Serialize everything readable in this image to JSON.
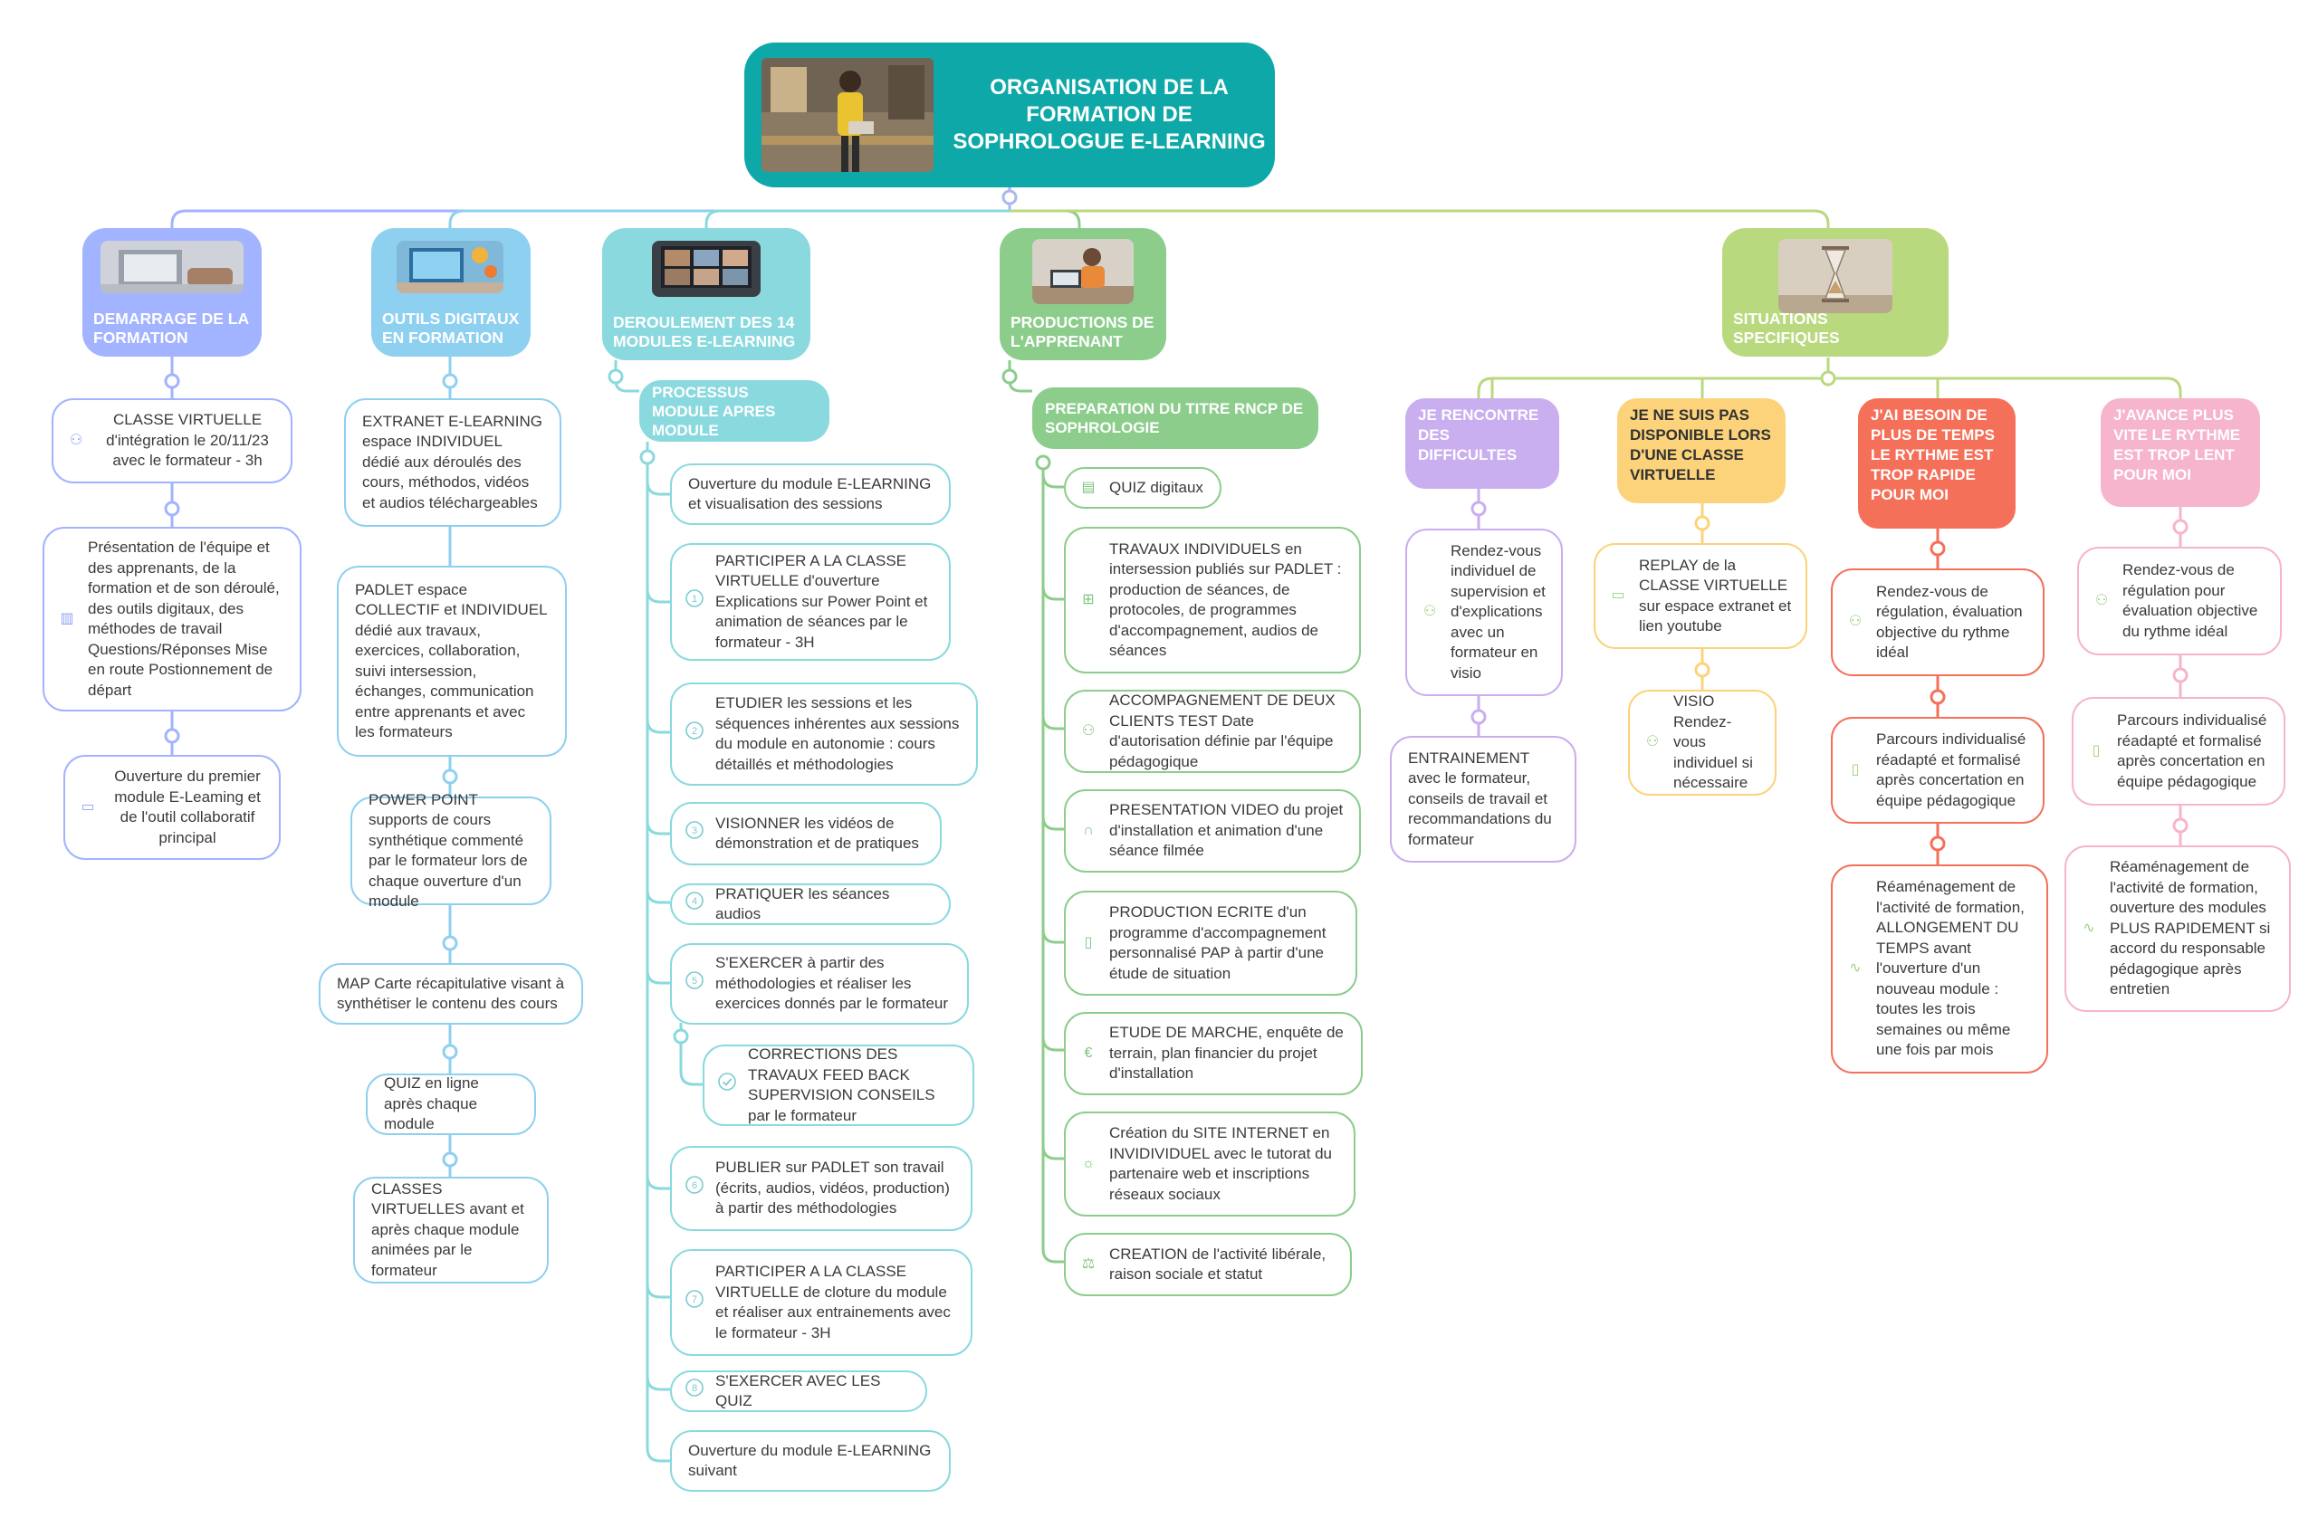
{
  "root": {
    "title": "ORGANISATION DE LA FORMATION DE SOPHROLOGUE E-LEARNING",
    "image": "woman-at-desk-photo"
  },
  "colors": {
    "teal": "#0fa8a8",
    "blue": "#a2b3ff",
    "lightblue": "#8ed0f0",
    "cyan": "#8ad9de",
    "green": "#8ccd8c",
    "lime": "#b9d97f",
    "purple": "#c9aef0",
    "yellow": "#fcd37a",
    "red": "#f47059",
    "pink": "#f6b4cd"
  },
  "branches": {
    "demarrage": {
      "title": "DEMARRAGE DE LA FORMATION",
      "image": "laptop-hands-photo",
      "items": [
        {
          "icon": "people-icon",
          "text": "CLASSE VIRTUELLE d'intégration le 20/11/23 avec le formateur - 3h"
        },
        {
          "icon": "books-icon",
          "text": "Présentation de l'équipe et des apprenants, de la formation et de son déroulé, des outils digitaux, des méthodes de travail Questions/Réponses Mise en route Postionnement de départ"
        },
        {
          "icon": "monitor-icon",
          "text": "Ouverture du premier module E-Leaming et de l'outil collaboratif principal"
        }
      ]
    },
    "outils": {
      "title": "OUTILS DIGITAUX EN FORMATION",
      "image": "elearning-laptop-photo",
      "items": [
        {
          "text": "EXTRANET E-LEARNING espace INDIVIDUEL dédié aux déroulés des cours, méthodos, vidéos et audios téléchargeables"
        },
        {
          "text": "PADLET espace COLLECTIF et INDIVIDUEL dédié aux travaux, exercices, collaboration, suivi intersession, échanges, communication entre apprenants et avec les formateurs"
        },
        {
          "text": "POWER POINT supports de cours synthétique commenté par le formateur lors de chaque ouverture d'un module"
        },
        {
          "text": "MAP Carte récapitulative visant à synthétiser le contenu des cours"
        },
        {
          "text": "QUIZ en ligne après chaque module"
        },
        {
          "text": "CLASSES VIRTUELLES avant et après chaque module animées par le formateur"
        }
      ]
    },
    "deroulement": {
      "title": "DEROULEMENT DES 14 MODULES E-LEARNING",
      "image": "video-conference-photo",
      "sub": "PROCESSUS MODULE APRES MODULE",
      "items": [
        {
          "text": "Ouverture du module E-LEARNING et visualisation des sessions"
        },
        {
          "icon": "number-1-icon",
          "num": "1",
          "text": "PARTICIPER A LA CLASSE VIRTUELLE d'ouverture Explications sur Power Point et animation de séances par le formateur - 3H"
        },
        {
          "icon": "number-2-icon",
          "num": "2",
          "text": "ETUDIER les sessions et les séquences inhérentes aux sessions du module en autonomie : cours détaillés et méthodologies"
        },
        {
          "icon": "number-3-icon",
          "num": "3",
          "text": "VISIONNER les vidéos de démonstration et de pratiques"
        },
        {
          "icon": "number-4-icon",
          "num": "4",
          "text": "PRATIQUER les séances audios"
        },
        {
          "icon": "number-5-icon",
          "num": "5",
          "text": "S'EXERCER à partir des méthodologies et réaliser les exercices donnés par le formateur"
        },
        {
          "icon": "check-circle-icon",
          "text": "CORRECTIONS DES TRAVAUX FEED BACK SUPERVISION CONSEILS par le formateur"
        },
        {
          "icon": "number-6-icon",
          "num": "6",
          "text": "PUBLIER sur PADLET son travail (écrits, audios, vidéos, production) à partir des méthodologies"
        },
        {
          "icon": "number-7-icon",
          "num": "7",
          "text": "PARTICIPER A LA CLASSE VIRTUELLE de cloture du module et réaliser aux entrainements avec le formateur - 3H"
        },
        {
          "icon": "number-8-icon",
          "num": "8",
          "text": "S'EXERCER AVEC LES QUIZ"
        },
        {
          "text": "Ouverture du module E-LEARNING suivant"
        }
      ]
    },
    "productions": {
      "title": "PRODUCTIONS DE L'APPRENANT",
      "image": "child-at-laptop-photo",
      "sub": "PREPARATION DU TITRE RNCP DE SOPHROLOGIE",
      "items": [
        {
          "icon": "document-icon",
          "text": "QUIZ digitaux"
        },
        {
          "icon": "layout-icon",
          "text": "TRAVAUX INDIVIDUELS en intersession publiés sur PADLET : production de séances, de protocoles, de programmes d'accompagnement, audios de séances"
        },
        {
          "icon": "people-icon",
          "text": "ACCOMPAGNEMENT DE DEUX CLIENTS TEST Date d'autorisation définie par l'équipe pédagogique"
        },
        {
          "icon": "headphones-icon",
          "text": "PRESENTATION VIDEO du projet d'installation et animation d'une séance filmée"
        },
        {
          "icon": "book-icon",
          "text": "PRODUCTION ECRITE d'un programme d'accompagnement personnalisé PAP à partir d'une étude de situation"
        },
        {
          "icon": "euro-icon",
          "text": "ETUDE DE MARCHE, enquête de terrain, plan financier du projet d'installation"
        },
        {
          "icon": "lightbulb-icon",
          "text": "Création du SITE INTERNET en INVIDIVIDUEL avec le tutorat du partenaire web et inscriptions réseaux sociaux"
        },
        {
          "icon": "scale-icon",
          "text": "CREATION de l'activité libérale, raison sociale et statut"
        }
      ]
    },
    "situations": {
      "title": "SITUATIONS SPECIFIQUES",
      "image": "hourglass-photo",
      "groups": [
        {
          "title": "JE RENCONTRE DES DIFFICULTES",
          "items": [
            {
              "icon": "people-icon",
              "text": "Rendez-vous individuel de supervision et d'explications avec un formateur en visio"
            },
            {
              "text": "ENTRAINEMENT avec le formateur, conseils de travail et recommandations du formateur"
            }
          ]
        },
        {
          "title": "JE NE SUIS PAS DISPONIBLE LORS D'UNE CLASSE VIRTUELLE",
          "items": [
            {
              "icon": "monitor-icon",
              "text": "REPLAY de la CLASSE VIRTUELLE sur espace extranet et lien youtube"
            },
            {
              "icon": "people-icon",
              "text": "VISIO Rendez-vous individuel si nécessaire"
            }
          ]
        },
        {
          "title": "J'AI BESOIN DE PLUS DE TEMPS LE RYTHME EST TROP RAPIDE POUR MOI",
          "items": [
            {
              "icon": "people-icon",
              "text": "Rendez-vous de régulation, évaluation objective du rythme idéal"
            },
            {
              "icon": "book-icon",
              "text": "Parcours individualisé réadapté et formalisé après concertation en équipe pédagogique"
            },
            {
              "icon": "activity-icon",
              "text": "Réaménagement de l'activité de formation, ALLONGEMENT DU TEMPS avant l'ouverture d'un nouveau module : toutes les trois semaines ou même une fois par mois"
            }
          ]
        },
        {
          "title": "J'AVANCE PLUS VITE LE RYTHME EST TROP LENT POUR MOI",
          "items": [
            {
              "icon": "people-icon",
              "text": "Rendez-vous de régulation pour évaluation objective du rythme idéal"
            },
            {
              "icon": "book-icon",
              "text": "Parcours individualisé réadapté et formalisé après concertation en équipe pédagogique"
            },
            {
              "icon": "activity-icon",
              "text": "Réaménagement de l'activité de formation, ouverture des modules PLUS RAPIDEMENT si accord du responsable pédagogique après entretien"
            }
          ]
        }
      ]
    }
  }
}
